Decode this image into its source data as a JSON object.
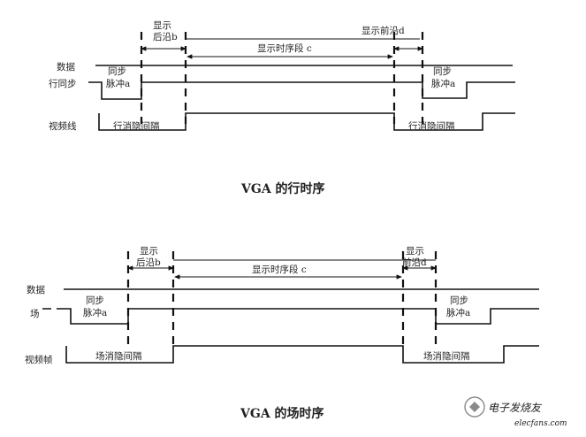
{
  "horizontal": {
    "caption": "VGA 的行时序",
    "data_label": "数据",
    "sync_label": "行同步",
    "video_label": "视频线",
    "back_porch_line1": "显示",
    "back_porch_line2": "后沿b",
    "front_porch": "显示前沿d",
    "display": "显示时序段 c",
    "sync_pulse_line1": "同步",
    "sync_pulse_line2": "脉冲a",
    "blanking": "行消隐间隔"
  },
  "vertical": {
    "caption": "VGA 的场时序",
    "data_label": "数据",
    "sync_label": "场",
    "video_label": "视频帧",
    "back_porch_line1": "显示",
    "back_porch_line2": "后沿b",
    "front_porch_line1": "显示",
    "front_porch_line2": "前沿d",
    "display": "显示时序段 c",
    "sync_pulse_line1": "同步",
    "sync_pulse_line2": "脉冲a",
    "blanking": "场消隐间隔"
  },
  "watermark": {
    "brand": "电子发烧友",
    "site": "elecfans.com"
  }
}
